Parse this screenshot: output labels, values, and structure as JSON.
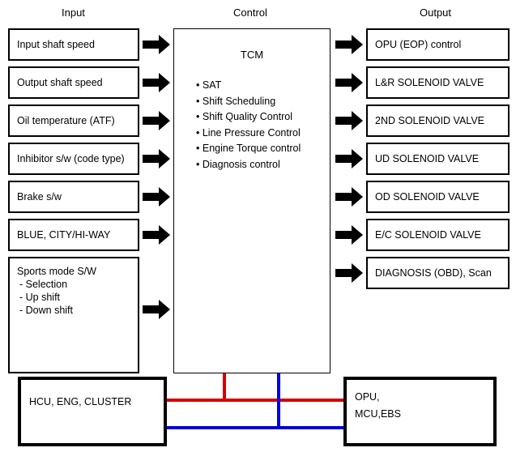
{
  "headers": {
    "input": "Input",
    "control": "Control",
    "output": "Output"
  },
  "inputs": [
    "Input shaft speed",
    "Output shaft speed",
    "Oil temperature (ATF)",
    "Inhibitor s/w (code type)",
    "Brake s/w",
    "BLUE, CITY/HI-WAY"
  ],
  "sports_mode": {
    "title": "Sports mode S/W",
    "items": [
      "- Selection",
      "- Up shift",
      "- Down shift"
    ]
  },
  "tcm": {
    "title": "TCM",
    "functions": [
      "SAT",
      "Shift Scheduling",
      "Shift Quality Control",
      "Line Pressure Control",
      "Engine Torque control",
      "Diagnosis control"
    ]
  },
  "outputs": [
    "OPU (EOP) control",
    "L&R SOLENOID VALVE",
    "2ND SOLENOID VALVE",
    "UD SOLENOID VALVE",
    "OD SOLENOID VALVE",
    "E/C SOLENOID VALVE",
    "DIAGNOSIS (OBD), Scan"
  ],
  "bottom_left": {
    "label": "HCU, ENG, CLUSTER"
  },
  "bottom_right": {
    "line1": "OPU,",
    "line2": "MCU,EBS"
  },
  "colors": {
    "bus_red": "#d40000",
    "bus_blue": "#0000dd",
    "arrow": "#000000"
  }
}
